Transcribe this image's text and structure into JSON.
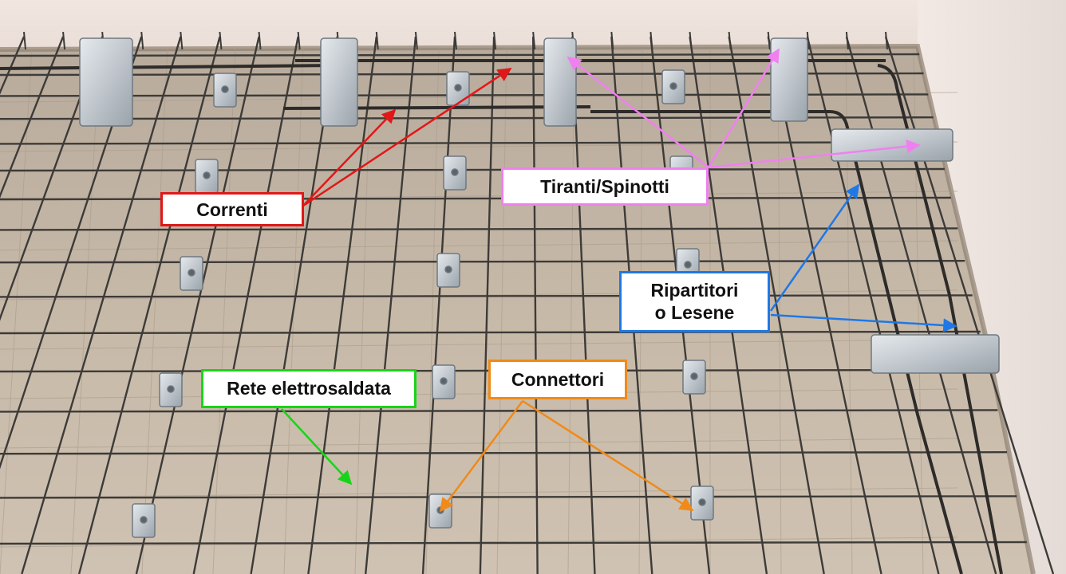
{
  "annotations": [
    {
      "id": "correnti",
      "lines": [
        "Correnti"
      ],
      "color": "#e01818"
    },
    {
      "id": "tiranti",
      "lines": [
        "Tiranti/Spinotti"
      ],
      "color": "#f080f0"
    },
    {
      "id": "ripartitori",
      "lines": [
        "Ripartitori",
        "o Lesene"
      ],
      "color": "#1e78e6"
    },
    {
      "id": "rete",
      "lines": [
        "Rete elettrosaldata"
      ],
      "color": "#18d418"
    },
    {
      "id": "connettori",
      "lines": [
        "Connettori"
      ],
      "color": "#f08a18"
    }
  ]
}
